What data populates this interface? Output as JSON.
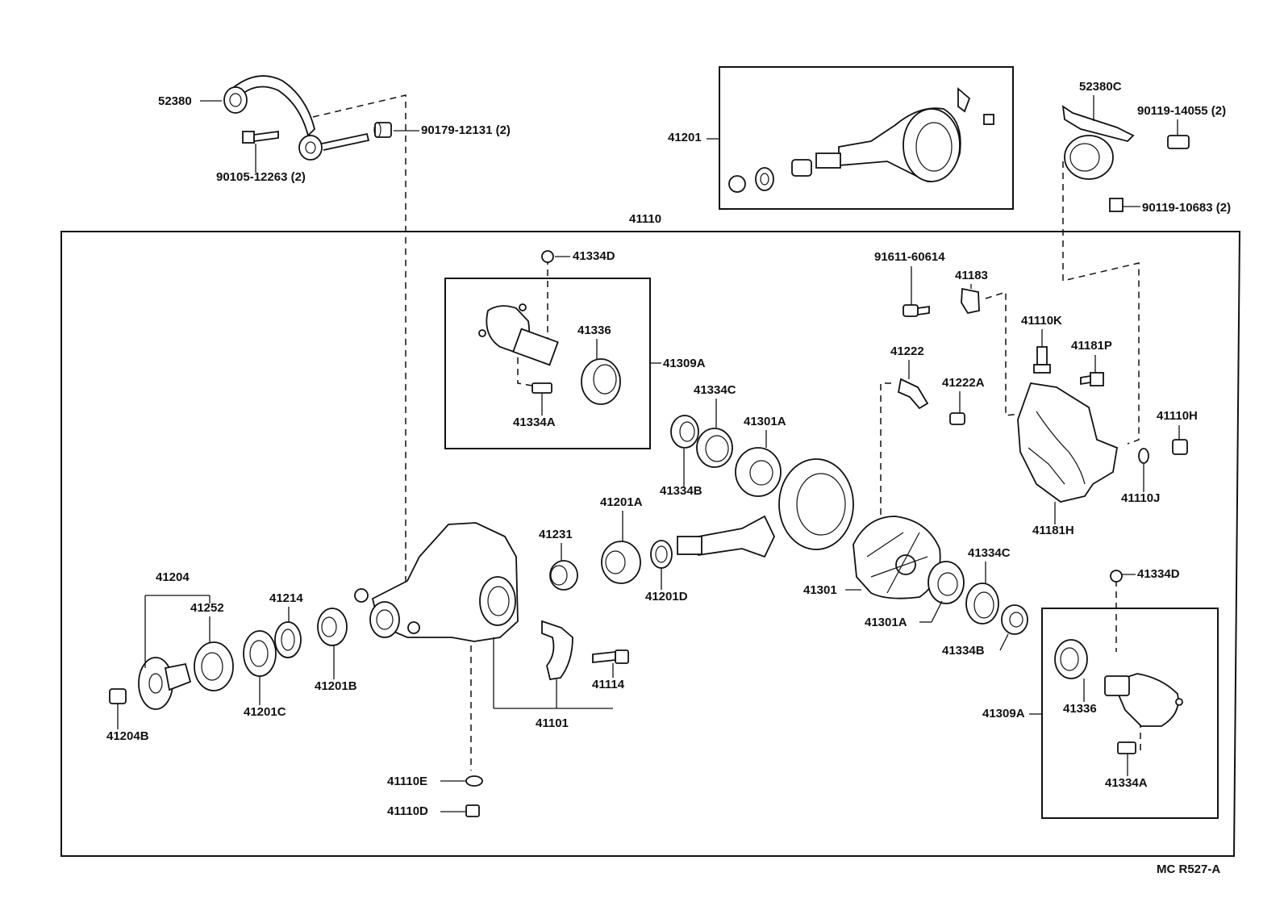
{
  "diagram": {
    "code": "MC  R527-A",
    "assembly_number": "41110",
    "labels": {
      "p52380": "52380",
      "p90105_12263": "90105-12263 (2)",
      "p90179_12131": "90179-12131 (2)",
      "p41201": "41201",
      "p52380C": "52380C",
      "p90119_14055": "90119-14055 (2)",
      "p90119_10683": "90119-10683 (2)",
      "p41334D_top": "41334D",
      "p41336_top": "41336",
      "p41309A_top": "41309A",
      "p41334A_top": "41334A",
      "p91611_60614": "91611-60614",
      "p41183": "41183",
      "p41110K": "41110K",
      "p41181P": "41181P",
      "p41222": "41222",
      "p41222A": "41222A",
      "p41110H": "41110H",
      "p41334C_a": "41334C",
      "p41301A_a": "41301A",
      "p41334B_a": "41334B",
      "p41110J": "41110J",
      "p41181H": "41181H",
      "p41201A": "41201A",
      "p41231": "41231",
      "p41201D": "41201D",
      "p41301": "41301",
      "p41334C_b": "41334C",
      "p41301A_b": "41301A",
      "p41334B_b": "41334B",
      "p41334D_bot": "41334D",
      "p41204": "41204",
      "p41252": "41252",
      "p41214": "41214",
      "p41201B": "41201B",
      "p41201C": "41201C",
      "p41204B": "41204B",
      "p41114": "41114",
      "p41101": "41101",
      "p41110E": "41110E",
      "p41110D": "41110D",
      "p41309A_bot": "41309A",
      "p41336_bot": "41336",
      "p41334A_bot": "41334A"
    }
  }
}
